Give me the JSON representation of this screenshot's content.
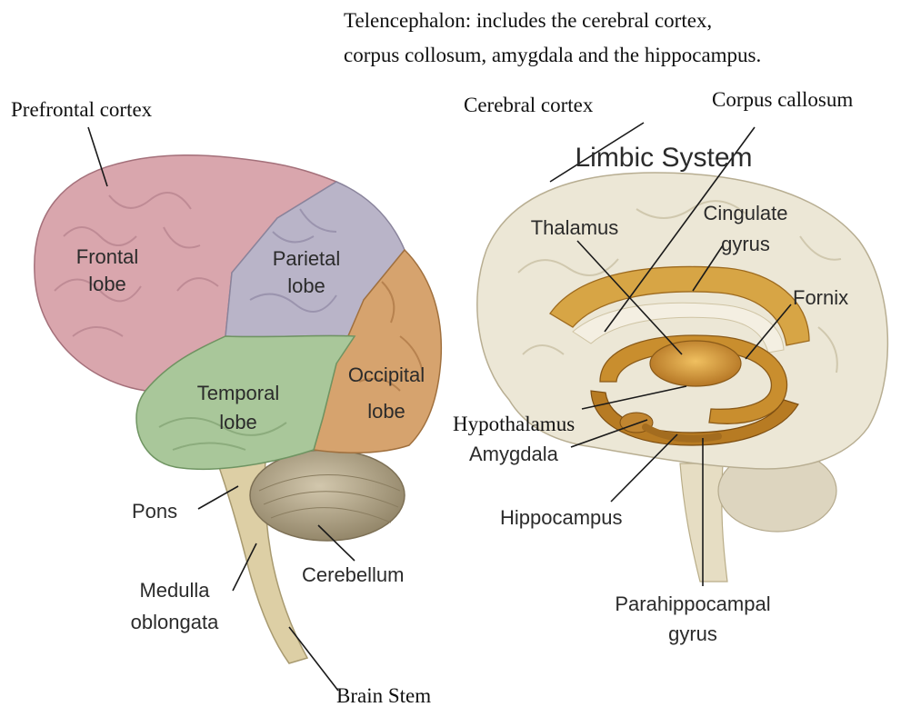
{
  "note": {
    "line1": "Telencephalon: includes the cerebral cortex,",
    "line2": "corpus collosum, amygdala and the hippocampus."
  },
  "left_brain": {
    "prefrontal_cortex": "Prefrontal cortex",
    "frontal_lobe": [
      "Frontal",
      "lobe"
    ],
    "parietal_lobe": [
      "Parietal",
      "lobe"
    ],
    "temporal_lobe": [
      "Temporal",
      "lobe"
    ],
    "occipital_lobe": [
      "Occipital",
      "lobe"
    ],
    "pons": "Pons",
    "medulla_oblongata": [
      "Medulla",
      "oblongata"
    ],
    "cerebellum": "Cerebellum",
    "brain_stem": "Brain Stem"
  },
  "right_brain": {
    "title": "Limbic System",
    "cerebral_cortex": "Cerebral cortex",
    "corpus_callosum": "Corpus callosum",
    "thalamus": "Thalamus",
    "cingulate_gyrus": [
      "Cingulate",
      "gyrus"
    ],
    "fornix": "Fornix",
    "hypothalamus": "Hypothalamus",
    "amygdala": "Amygdala",
    "hippocampus": "Hippocampus",
    "parahippocampal_gyrus": [
      "Parahippocampal",
      "gyrus"
    ]
  },
  "colors": {
    "frontal": "#d9a6ad",
    "parietal": "#b9b4c8",
    "occipital": "#d6a36e",
    "temporal": "#a9c79a",
    "cerebellum": "#b8ab8e",
    "stem": "#ddcfa5",
    "limbic_cortex": "#e9e4d3",
    "limbic_gold": "#c98e2e"
  }
}
